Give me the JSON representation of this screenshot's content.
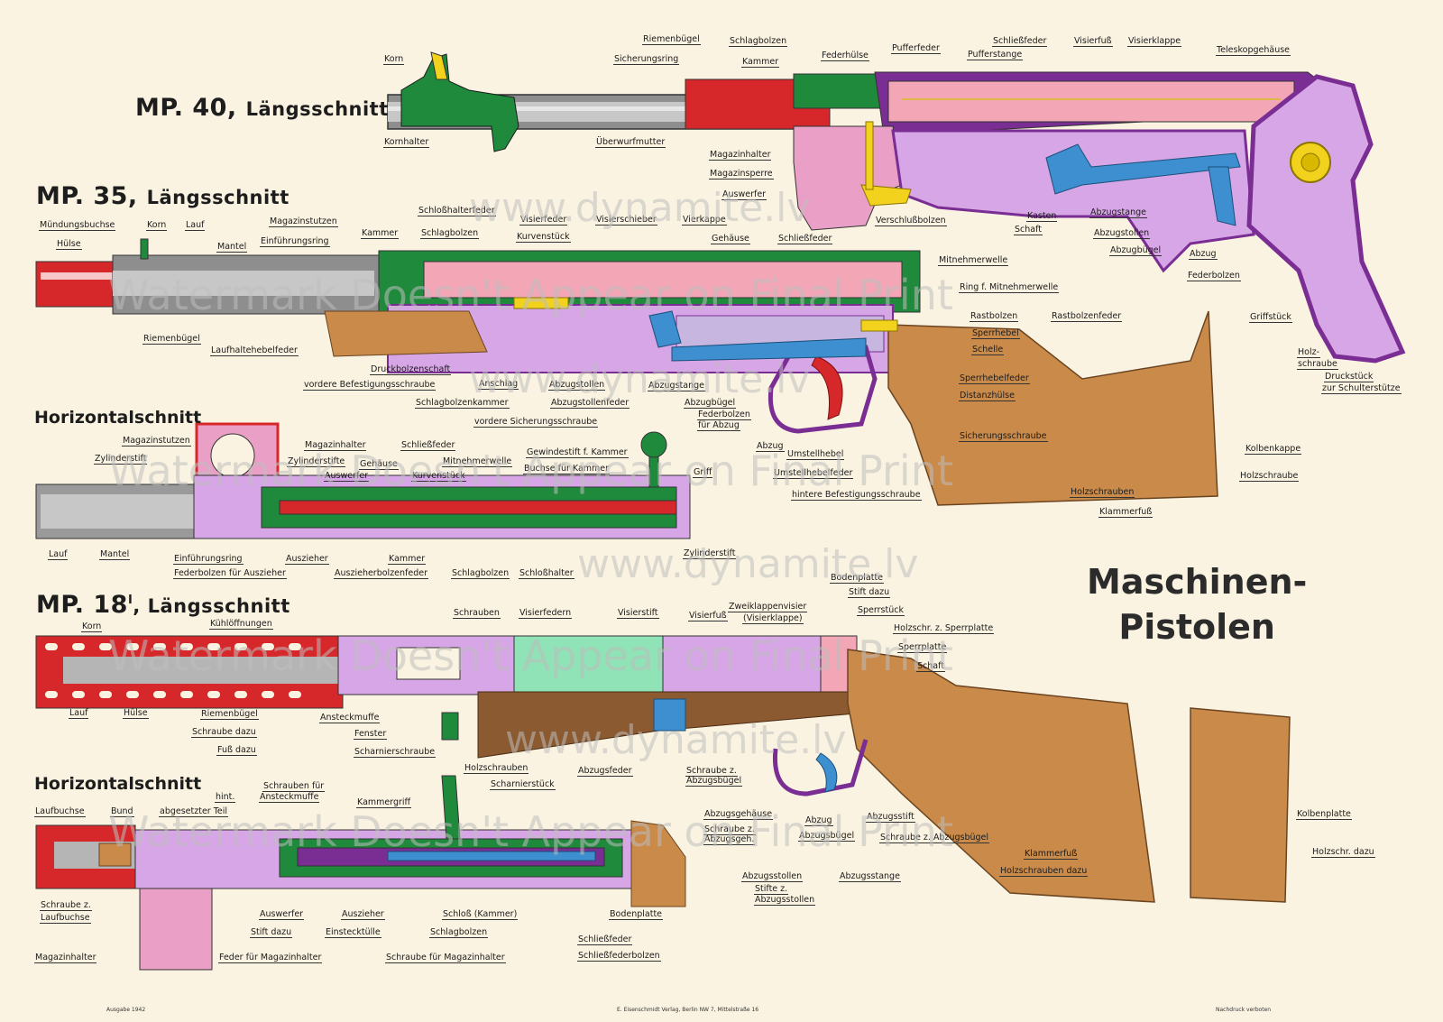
{
  "title_main_1": "Maschinen-",
  "title_main_2": "Pistolen",
  "sections": {
    "mp40": {
      "prefix": "MP. 40,",
      "suffix": "Längsschnitt"
    },
    "mp35": {
      "prefix": "MP. 35,",
      "suffix": "Längsschnitt"
    },
    "mp35h": "Horizontalschnitt",
    "mp18": {
      "prefix": "MP. 18",
      "sup": "I",
      "suffix": ", Längsschnitt"
    },
    "mp18h": "Horizontalschnitt"
  },
  "labels": [
    "Korn",
    "Kornhalter",
    "Riemenbügel",
    "Sicherungsring",
    "Schlagbolzen",
    "Kammer",
    "Federhülse",
    "Pufferfeder",
    "Pufferstange",
    "Schließfeder",
    "Visierfuß",
    "Visierklappe",
    "Teleskopgehäuse",
    "Überwurfmutter",
    "Magazinhalter",
    "Magazinsperre",
    "Auswerfer",
    "Verschlußbolzen",
    "Kasten",
    "Schaft",
    "Abzugstange",
    "Abzugstollen",
    "Abzugbügel",
    "Abzug",
    "Federbolzen",
    "Griffstück",
    "Holz-",
    "schraube",
    "Druckstück",
    "zur Schulterstütze",
    "Mündungsbuchse",
    "Korn",
    "Lauf",
    "Hülse",
    "Mantel",
    "Magazinstutzen",
    "Einführungsring",
    "Kammer",
    "Schloßhalterfeder",
    "Schlagbolzen",
    "Visierfeder",
    "Visierschieber",
    "Vierkappe",
    "Kurvenstück",
    "Gehäuse",
    "Schließfeder",
    "Mitnehmerwelle",
    "Ring f. Mitnehmerwelle",
    "Rastbolzen",
    "Rastbolzenfeder",
    "Sperrhebel",
    "Schelle",
    "Riemenbügel",
    "Laufhaltehebelfeder",
    "Druckbolzenschaft",
    "vordere Befestigungsschraube",
    "Anschlag",
    "Abzugstollen",
    "Abzugstange",
    "Schlagbolzenkammer",
    "Abzugstollenfeder",
    "Abzugbügel",
    "vordere Sicherungsschraube",
    "Federbolzen",
    "für Abzug",
    "Abzug",
    "Umstellhebel",
    "Umstellhebelfeder",
    "hintere Befestigungsschraube",
    "Sperrhebelfeder",
    "Distanzhülse",
    "Sicherungsschraube",
    "Kolbenkappe",
    "Holzschraube",
    "Holzschrauben",
    "Klammerfuß",
    "Magazinstutzen",
    "Zylinderstift",
    "Magazinhalter",
    "Schließfeder",
    "Zylinderstifte",
    "Gehäuse",
    "Mitnehmerwelle",
    "Auswerfer",
    "Kurvenstück",
    "Gewindestift f. Kammer",
    "Buchse für Kammer",
    "Griff",
    "Lauf",
    "Mantel",
    "Einführungsring",
    "Federbolzen für Auszieher",
    "Auszieher",
    "Kammer",
    "Auszieherbolzenfeder",
    "Schlagbolzen",
    "Schloßhalter",
    "Zylinderstift",
    "Korn",
    "Kühlöffnungen",
    "Schrauben",
    "Visierfedern",
    "Visierstift",
    "Visierfuß",
    "Zweiklappenvisier",
    "(Visierklappe)",
    "Bodenplatte",
    "Stift dazu",
    "Sperrstück",
    "Holzschr. z. Sperrplatte",
    "Sperrplatte",
    "Schaft",
    "Lauf",
    "Hülse",
    "Riemenbügel",
    "Schraube dazu",
    "Fuß dazu",
    "Ansteckmuffe",
    "Fenster",
    "Scharnierschraube",
    "Holzschrauben",
    "Scharnierstück",
    "Abzugsfeder",
    "Schraube z.",
    "Abzugsbügel",
    "Abzugsgehäuse",
    "Abzug",
    "Abzugsstift",
    "Schraube z.",
    "Abzugsgeh.",
    "Abzugsbügel",
    "Schraube z. Abzugsbügel",
    "Klammerfuß",
    "Holzschrauben dazu",
    "Abzugsstollen",
    "Abzugsstange",
    "Stifte z.",
    "Abzugsstollen",
    "Kolbenplatte",
    "Holzschr. dazu",
    "Laufbuchse",
    "Bund",
    "hint.",
    "abgesetzter Teil",
    "Schrauben für",
    "Ansteckmuffe",
    "Kammergriff",
    "Schraube z.",
    "Laufbuchse",
    "Auswerfer",
    "Stift dazu",
    "Auszieher",
    "Einstecktülle",
    "Schloß (Kammer)",
    "Schlagbolzen",
    "Bodenplatte",
    "Schließfeder",
    "Schließfederbolzen",
    "Magazinhalter",
    "Feder für Magazinhalter",
    "Schraube für Magazinhalter"
  ],
  "footer": {
    "left": "Ausgabe 1942",
    "center": "E. Eisenschmidt Verlag, Berlin NW 7, Mittelstraße 16",
    "right": "Nachdruck verboten"
  },
  "watermarks": {
    "site": "www.dynamite.lv",
    "notice": "Watermark Doesn't Appear on Final Print"
  },
  "colors": {
    "paper": "#fbf3e1",
    "barrel_grey": "#9a9a9a",
    "red": "#d6282a",
    "green": "#1f8a3c",
    "purple": "#7a2d93",
    "pink": "#ea9fc6",
    "lilac": "#d7a6e6",
    "wood": "#c98a4a",
    "yellow": "#f2d21c",
    "blue": "#3d8fd0",
    "mint": "#8fe3b7"
  }
}
